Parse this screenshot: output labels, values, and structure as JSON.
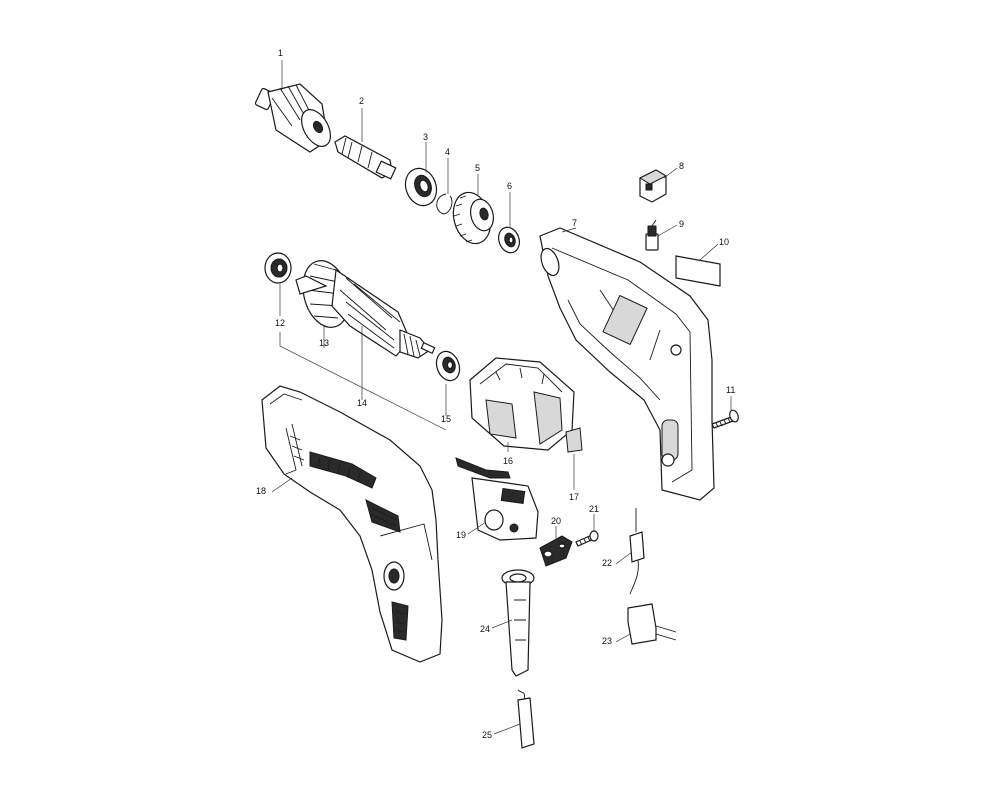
{
  "diagram": {
    "parts": [
      {
        "id": "part-1",
        "number": "1"
      },
      {
        "id": "part-2",
        "number": "2"
      },
      {
        "id": "part-3",
        "number": "3"
      },
      {
        "id": "part-4",
        "number": "4"
      },
      {
        "id": "part-5",
        "number": "5"
      },
      {
        "id": "part-6",
        "number": "6"
      },
      {
        "id": "part-7",
        "number": "7"
      },
      {
        "id": "part-8",
        "number": "8"
      },
      {
        "id": "part-9",
        "number": "9"
      },
      {
        "id": "part-10",
        "number": "10"
      },
      {
        "id": "part-11",
        "number": "11"
      },
      {
        "id": "part-12",
        "number": "12"
      },
      {
        "id": "part-13",
        "number": "13"
      },
      {
        "id": "part-14",
        "number": "14"
      },
      {
        "id": "part-15",
        "number": "15"
      },
      {
        "id": "part-16",
        "number": "16"
      },
      {
        "id": "part-17",
        "number": "17"
      },
      {
        "id": "part-18",
        "number": "18"
      },
      {
        "id": "part-19",
        "number": "19"
      },
      {
        "id": "part-20",
        "number": "20"
      },
      {
        "id": "part-21",
        "number": "21"
      },
      {
        "id": "part-22",
        "number": "22"
      },
      {
        "id": "part-23",
        "number": "23"
      },
      {
        "id": "part-24",
        "number": "24"
      },
      {
        "id": "part-25",
        "number": "25"
      }
    ]
  }
}
